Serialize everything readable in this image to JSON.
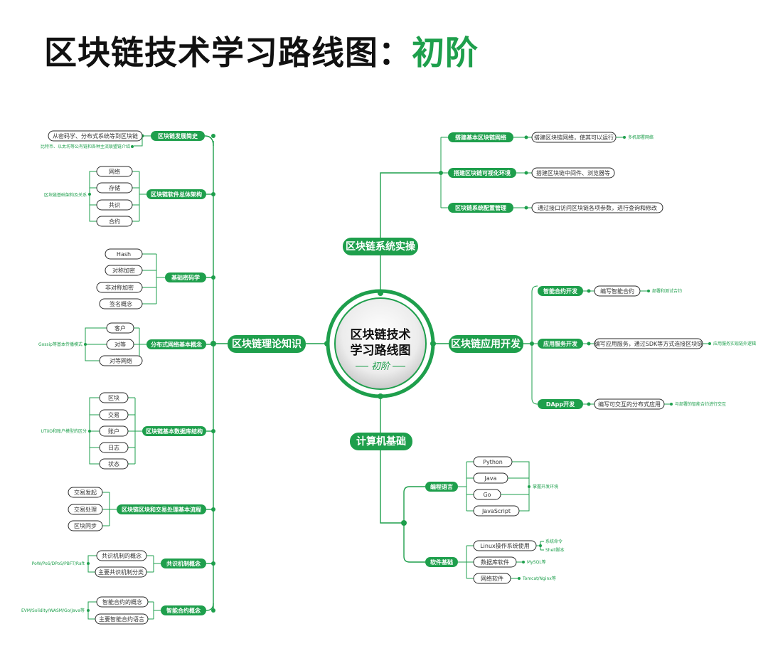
{
  "title": {
    "main": "区块链技术学习路线图：",
    "highlight": "初阶"
  },
  "center": {
    "line1": "区块链技术",
    "line2": "学习路线图",
    "sub": "初阶"
  },
  "main": {
    "theory": "区块链理论知识",
    "practice": "区块链系统实操",
    "appdev": "区块链应用开发",
    "computer": "计算机基础"
  },
  "left": {
    "history": {
      "label": "区块链发展简史",
      "leaves": [
        "从密码学、分布式系统等到区块链"
      ],
      "note": "比特币、以太坊等公有链和各种主流联盟链介绍"
    },
    "arch": {
      "label": "区块链软件总体架构",
      "leaves": [
        "网络",
        "存储",
        "共识",
        "合约"
      ],
      "note": "区块链基础架构及关系"
    },
    "crypto": {
      "label": "基础密码学",
      "leaves": [
        "Hash",
        "对称加密",
        "非对称加密",
        "签名概念"
      ]
    },
    "network": {
      "label": "分布式网络基本概念",
      "leaves": [
        "客户",
        "对等",
        "对等网络"
      ],
      "note": "Gossip等基本传播模式"
    },
    "data": {
      "label": "区块链基本数据库结构",
      "leaves": [
        "区块",
        "交易",
        "账户",
        "日志",
        "状态"
      ],
      "note": "UTXO和账户模型的区分"
    },
    "flow": {
      "label": "区块链区块和交易处理基本流程",
      "leaves": [
        "交易发起",
        "交易处理",
        "区块同步"
      ]
    },
    "consensus": {
      "label": "共识机制概念",
      "leaves": [
        "共识机制的概念",
        "主要共识机制分类"
      ],
      "note": "PoW/PoS/DPoS/PBFT/Raft"
    },
    "contract": {
      "label": "智能合约概念",
      "leaves": [
        "智能合约的概念",
        "主要智能合约语言"
      ],
      "note": "EVM/Solidity/WASM/Go/Java等"
    }
  },
  "rightTop": {
    "items": [
      {
        "label": "搭建基本区块链网络",
        "leaf": "搭建区块链网络，使其可以运行",
        "note": "多机部署网络"
      },
      {
        "label": "搭建区块链可视化环境",
        "leaf": "搭建区块链中间件、浏览器等"
      },
      {
        "label": "区块链系统配置管理",
        "leaf": "通过接口访问区块链各项参数，进行查询和修改"
      }
    ]
  },
  "rightMid": {
    "items": [
      {
        "label": "智能合约开发",
        "leaf": "编写智能合约",
        "note": "部署和测试合约"
      },
      {
        "label": "应用服务开发",
        "leaf": "编写应用服务，通过SDK等方式连接区块链",
        "note": "应用服务实现链外逻辑"
      },
      {
        "label": "DApp开发",
        "leaf": "编写可交互的分布式应用",
        "note": "与部署的智能合约进行交互"
      }
    ]
  },
  "rightBottom": {
    "lang": {
      "label": "编程语言",
      "leaves": [
        "Python",
        "Java",
        "Go",
        "JavaScript"
      ],
      "note": "掌握开发环境"
    },
    "soft": {
      "label": "软件基础",
      "leaves": [
        "Linux操作系统使用",
        "数据库软件",
        "网络软件"
      ],
      "notes": [
        "系统命令",
        "Shell脚本",
        "MySQL等",
        "Tomcat/Nginx等"
      ]
    }
  },
  "colors": {
    "accent": "#1e9f4c",
    "text": "#111111"
  }
}
